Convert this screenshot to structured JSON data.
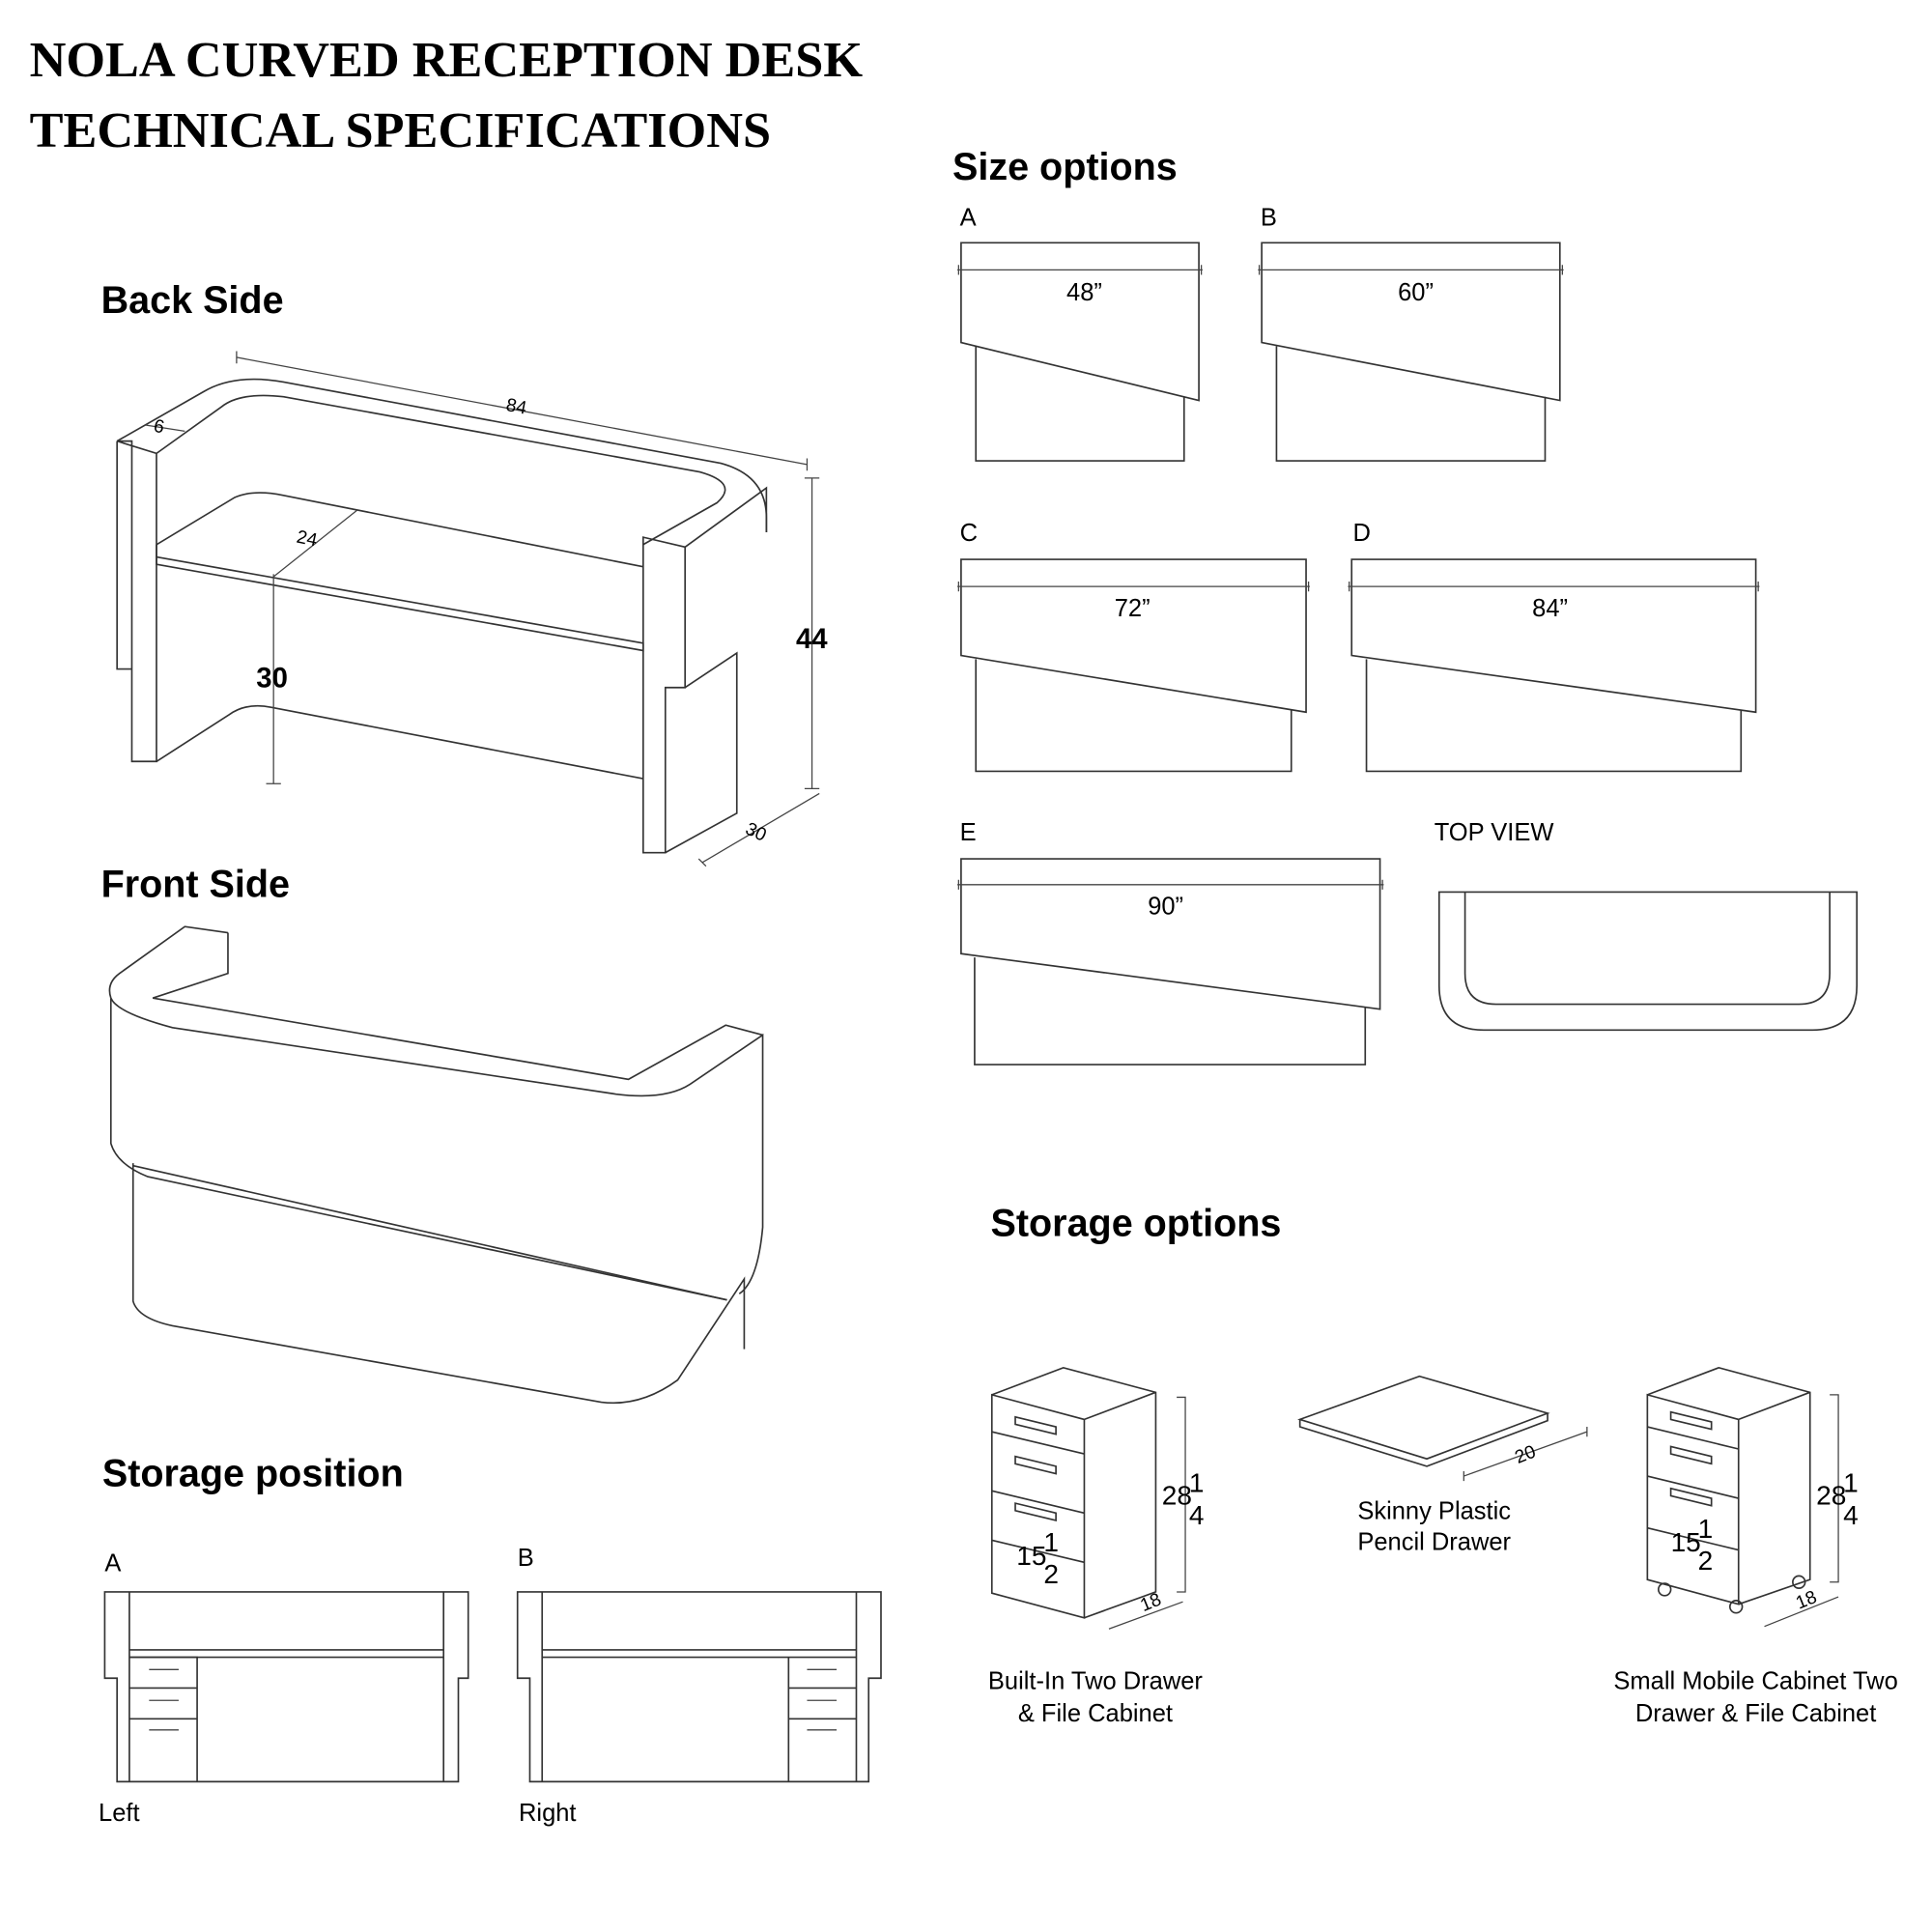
{
  "title": {
    "line1": "NOLA CURVED RECEPTION DESK",
    "line2": "TECHNICAL SPECIFICATIONS"
  },
  "back_side": {
    "heading": "Back Side",
    "dims": {
      "length": "84",
      "depth": "6",
      "shelf": "24",
      "height": "44",
      "knee": "30",
      "width": "30"
    }
  },
  "front_side": {
    "heading": "Front Side"
  },
  "storage_position": {
    "heading": "Storage position",
    "options": [
      {
        "letter": "A",
        "caption": "Left"
      },
      {
        "letter": "B",
        "caption": "Right"
      }
    ]
  },
  "size_options": {
    "heading": "Size options",
    "options": [
      {
        "letter": "A",
        "width": "48”"
      },
      {
        "letter": "B",
        "width": "60”"
      },
      {
        "letter": "C",
        "width": "72”"
      },
      {
        "letter": "D",
        "width": "84”"
      },
      {
        "letter": "E",
        "width": "90”"
      }
    ],
    "top_view_label": "TOP VIEW"
  },
  "storage_options": {
    "heading": "Storage options",
    "items": [
      {
        "caption_line1": "Built-In Two Drawer",
        "caption_line2": "& File Cabinet",
        "height_whole": "28",
        "height_num": "1",
        "height_den": "4",
        "width_whole": "15",
        "width_num": "1",
        "width_den": "2",
        "depth": "18"
      },
      {
        "caption_line1": "Skinny Plastic",
        "caption_line2": "Pencil Drawer",
        "depth": "20"
      },
      {
        "caption_line1": "Small Mobile Cabinet Two",
        "caption_line2": "Drawer & File Cabinet",
        "height_whole": "28",
        "height_num": "1",
        "height_den": "4",
        "width_whole": "15",
        "width_num": "1",
        "width_den": "2",
        "depth": "18"
      }
    ]
  }
}
